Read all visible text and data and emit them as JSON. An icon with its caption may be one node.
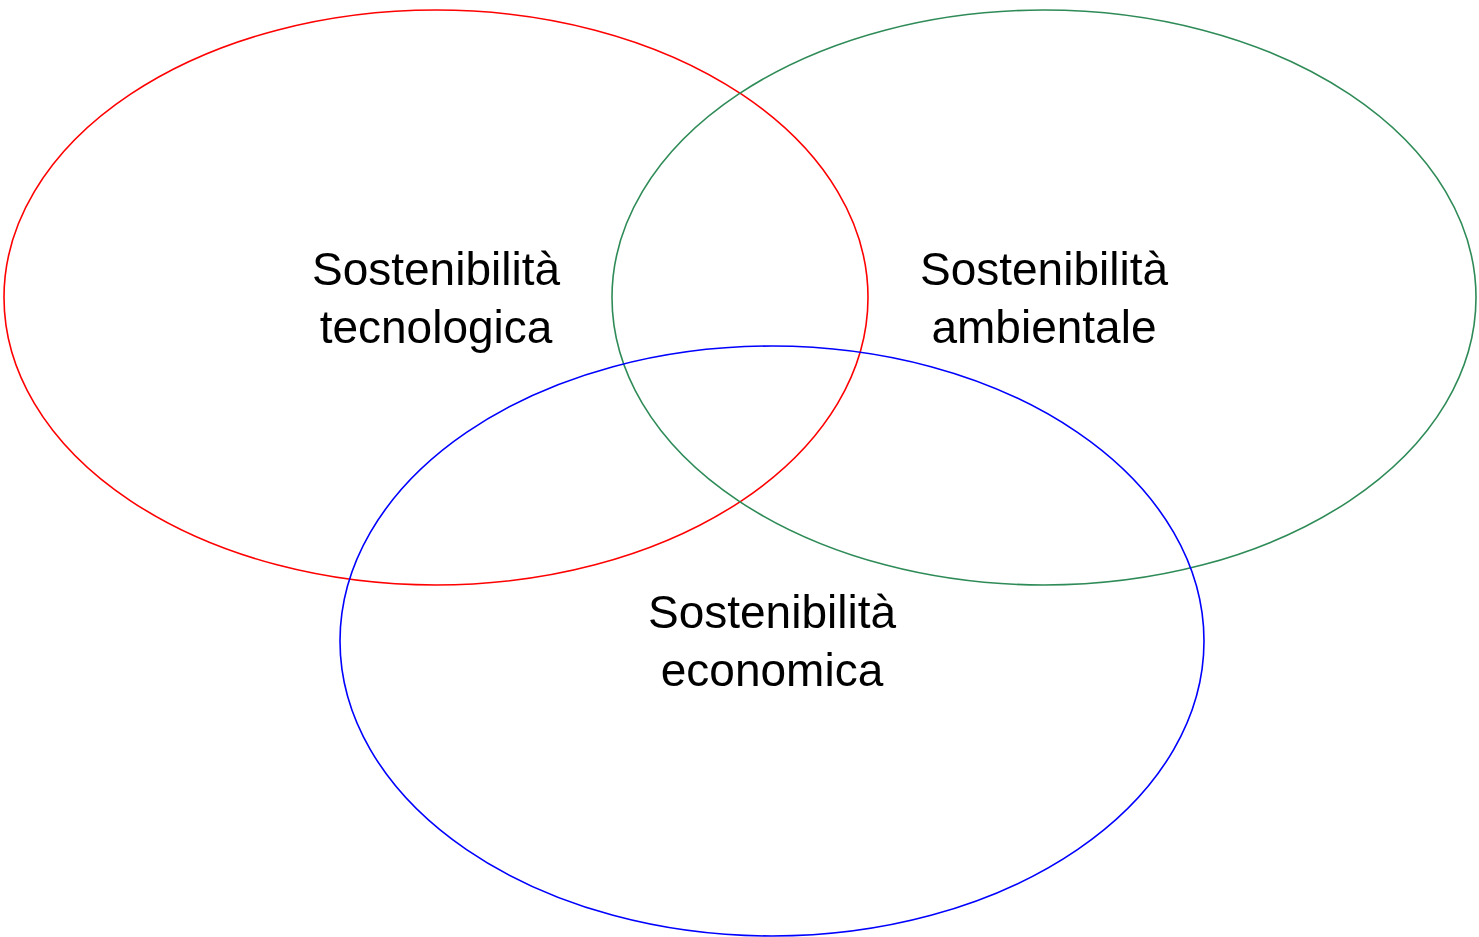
{
  "diagram": {
    "nodes": [
      {
        "text": [
          "Sostenibilità tecnologica"
        ]
      },
      {
        "text": [
          "Sostenibilità ambientale"
        ]
      },
      {
        "text": [
          "Sostenibilità economica"
        ]
      }
    ]
  }
}
